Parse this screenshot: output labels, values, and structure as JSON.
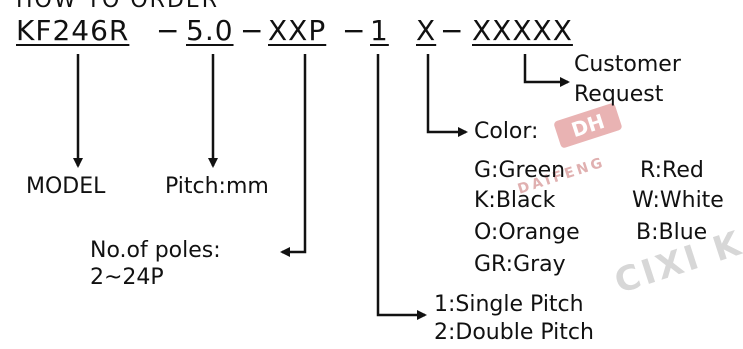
{
  "title_partial": "HOW TO ORDER",
  "code": {
    "model": "KF246R",
    "dash1": "−",
    "pitch": "5.0",
    "dash2": "−",
    "poles": "XXP",
    "dash3": "−",
    "pitch_type": "1",
    "color": "X",
    "dash4": "−",
    "customer": "XXXXX"
  },
  "labels": {
    "model": "MODEL",
    "pitch": "Pitch:mm",
    "poles_line1": "No.of  poles:",
    "poles_line2": "2~24P",
    "pitch_type_line1": "1:Single  Pitch",
    "pitch_type_line2": "2:Double  Pitch",
    "customer_line1": "Customer",
    "customer_line2": "Request",
    "color_heading": "Color:"
  },
  "colors": [
    "G:Green",
    "R:Red",
    "K:Black",
    "W:White",
    "O:Orange",
    "B:Blue",
    "GR:Gray"
  ],
  "watermark": {
    "logo_text": "DH",
    "brand_text": "DAIFENG",
    "diagonal_text": "CIXI KA"
  },
  "style": {
    "line_color": "#111111",
    "watermark_color": "#d7d7d7"
  }
}
